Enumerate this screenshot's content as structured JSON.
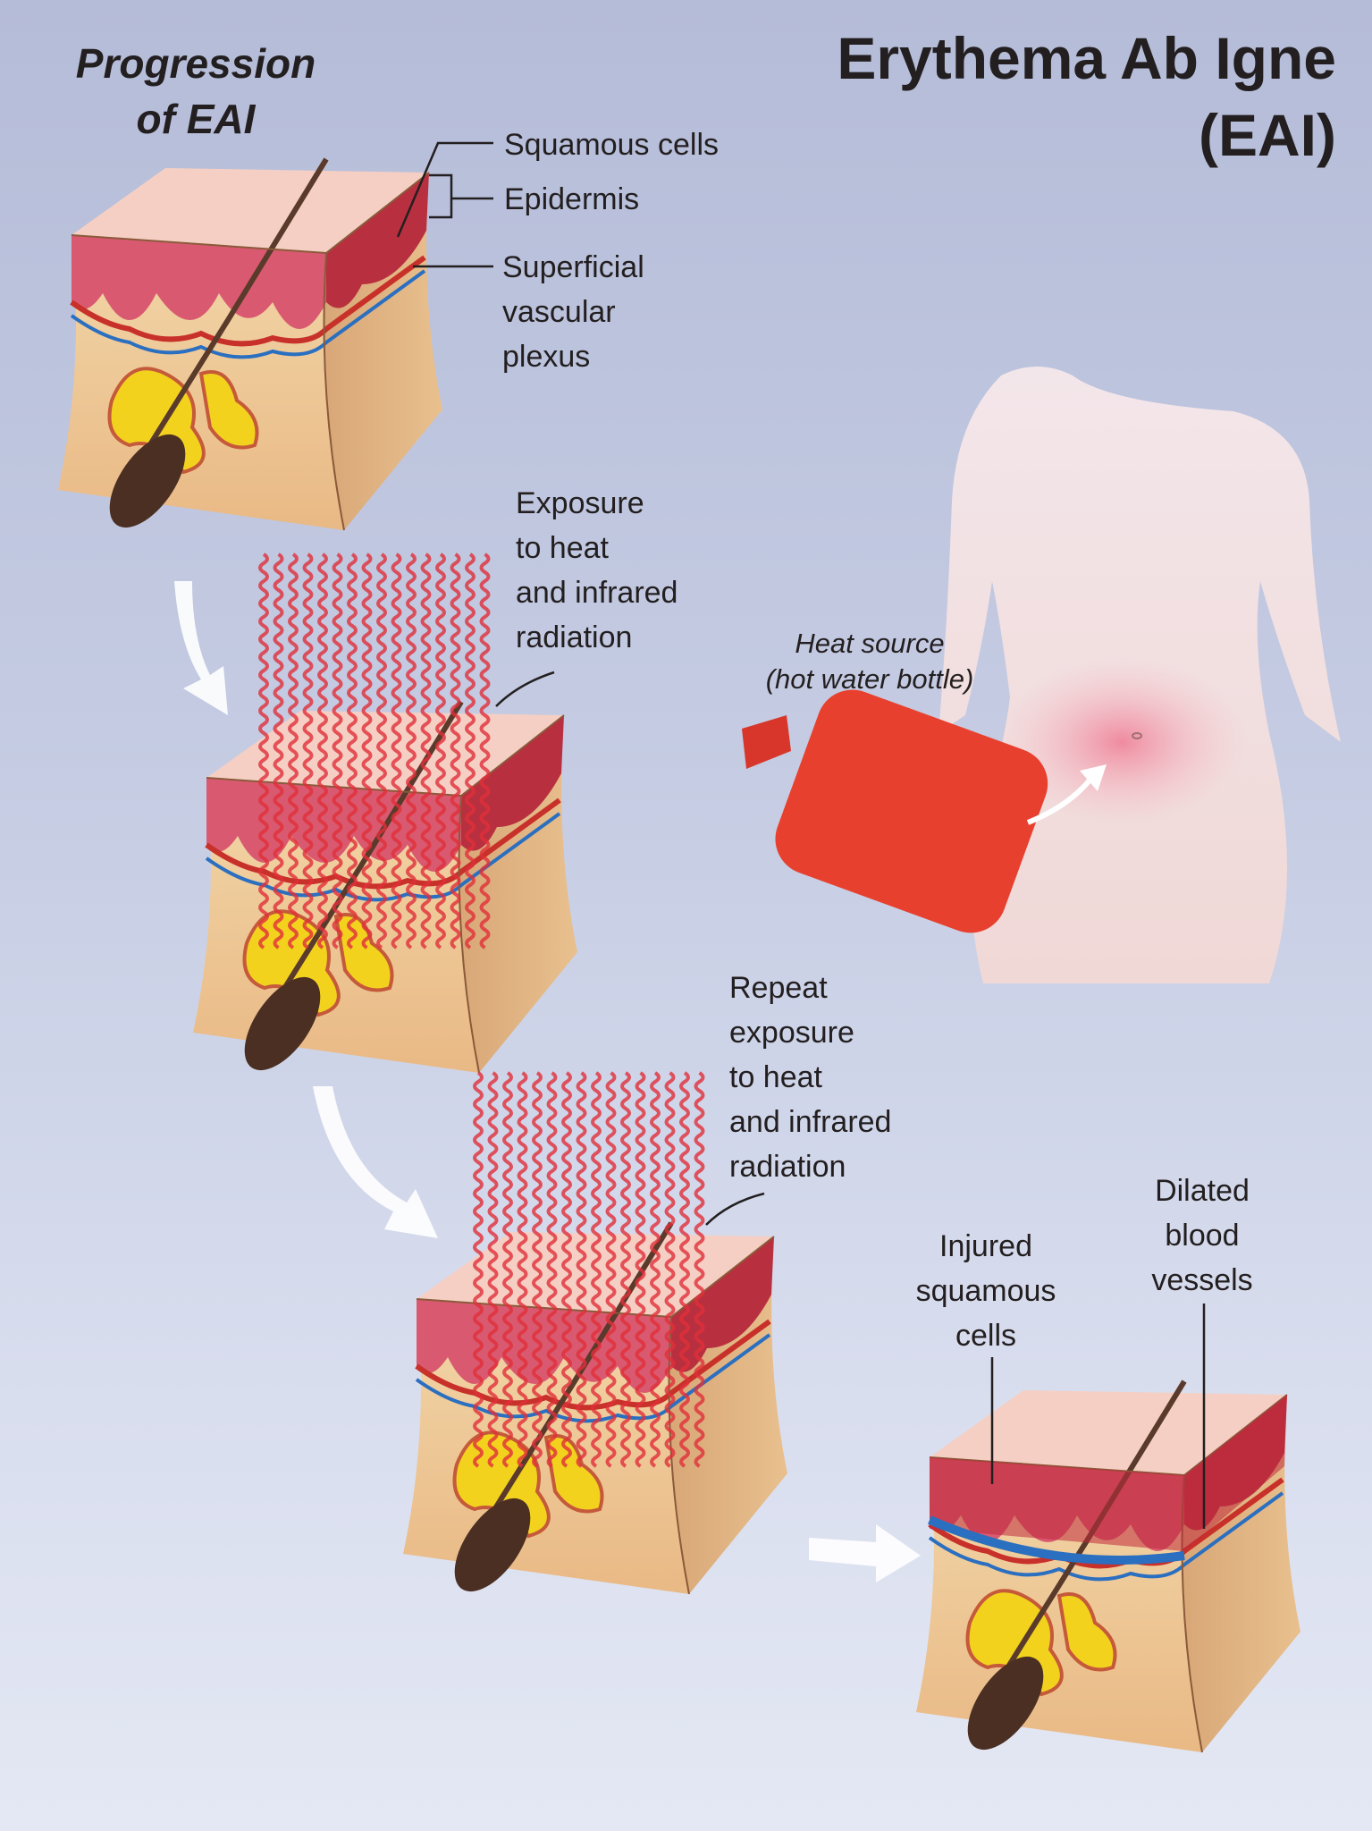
{
  "title": {
    "line1": "Erythema Ab Igne",
    "line2": "(EAI)"
  },
  "subtitle": {
    "line1": "Progression",
    "line2": "of EAI"
  },
  "labels": {
    "squamous_cells": "Squamous cells",
    "epidermis": "Epidermis",
    "superficial": [
      "Superficial",
      "vascular",
      "plexus"
    ],
    "exposure": [
      "Exposure",
      "to heat",
      "and infrared",
      "radiation"
    ],
    "heat_source": [
      "Heat source",
      "(hot water bottle)"
    ],
    "repeat": [
      "Repeat",
      "exposure",
      "to heat",
      "and infrared",
      "radiation"
    ],
    "injured": [
      "Injured",
      "squamous",
      "cells"
    ],
    "dilated": [
      "Dilated",
      "blood",
      "vessels"
    ]
  },
  "colors": {
    "epidermis": "#d95a70",
    "dermis": "#efcf9e",
    "wave": "#e0303a",
    "bottle": "#e8402e",
    "vessel_red": "#c8302a",
    "vessel_blue": "#2a6fc0"
  }
}
